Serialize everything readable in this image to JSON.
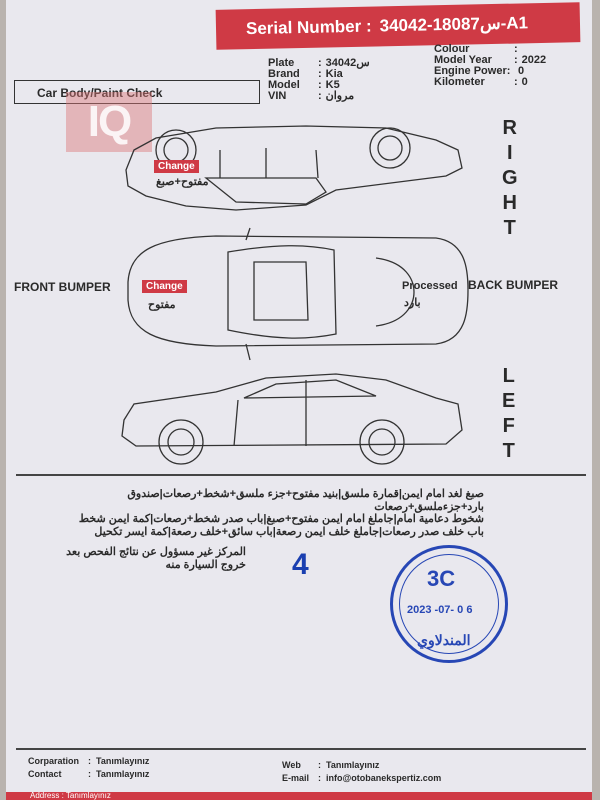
{
  "header": {
    "serial_label": "Serial Number :",
    "serial_value": "س18087-34042-A1"
  },
  "vehicle": {
    "plate_label": "Plate",
    "plate_value": "س34042",
    "brand_label": "Brand",
    "brand_value": "Kia",
    "model_label": "Model",
    "model_value": "K5",
    "vin_label": "VIN",
    "vin_value": "مروان",
    "colour_label": "Colour",
    "colour_value": "",
    "year_label": "Model Year",
    "year_value": "2022",
    "power_label": "Engine Power:",
    "power_value": "0",
    "km_label": "Kilometer",
    "km_value": "0",
    "colon": ":"
  },
  "section_title": "Car Body/Paint Check",
  "logo_text": "IQ",
  "right_letters": [
    "R",
    "I",
    "G",
    "H",
    "T"
  ],
  "left_letters": [
    "L",
    "E",
    "F",
    "T"
  ],
  "front_bumper": "FRONT BUMPER",
  "back_bumper": "BACK BUMPER",
  "markers": {
    "side_change": "Change",
    "side_change_ar": "مفتوح+صبغ",
    "top_change": "Change",
    "top_change_ar": "مفتوح",
    "processed": "Processed",
    "processed_ar": "بارد"
  },
  "notes": [
    "صبغ لغد امام ايمن|قمارة ملسق|بنيد مفتوح+جزء ملسق+شخط+رصعات|صندوق بارد+جزءملسق+رصعات",
    "شخوط دعامية امام|جاملغ امام ايمن مفتوح+صبغ|باب صدر شخط+رصعات|كمة ايمن شخط",
    "باب خلف صدر رصعات|جاملغ خلف ايمن رصعة|باب سائق+خلف رصعة|كمة ايسر تكحيل"
  ],
  "disclaimer": "المركز غير مسؤول عن نتائج الفحص بعد خروج السيارة منه",
  "defect_count": "4",
  "stamp": {
    "code": "3C",
    "date": "2023 -07- 0 6",
    "name": "المندلاوي"
  },
  "footer": {
    "corporation_label": "Corparation",
    "corporation_value": "Tanımlayınız",
    "contact_label": "Contact",
    "contact_value": "Tanımlayınız",
    "web_label": "Web",
    "web_value": "Tanımlayınız",
    "email_label": "E-mail",
    "email_value": "info@otobanekspertiz.com",
    "address_label": "Address",
    "address_value": "Tanımlayınız",
    "colon": ":"
  },
  "colors": {
    "accent": "#cf3a45",
    "stamp": "#2747b5",
    "count": "#1a3fb0"
  }
}
